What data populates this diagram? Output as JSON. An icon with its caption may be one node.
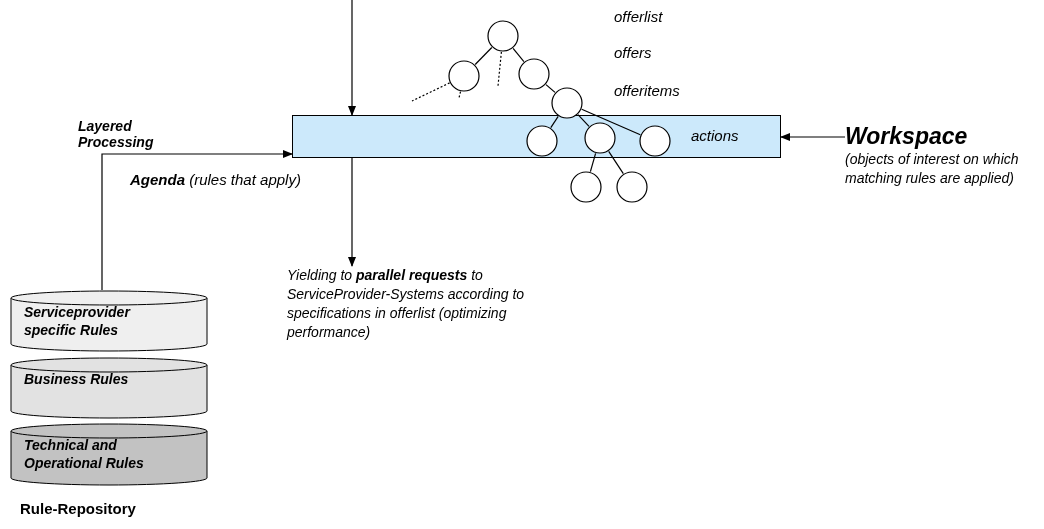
{
  "diagram": {
    "nodes": [
      {
        "text": [],
        "shape": "circle"
      },
      {
        "text": [],
        "shape": "circle"
      },
      {
        "text": [],
        "shape": "circle"
      },
      {
        "text": [],
        "shape": "circle"
      },
      {
        "text": [
          "actions"
        ]
      },
      {
        "text": [],
        "shape": "circle",
        "in": 4
      },
      {
        "text": [],
        "shape": "circle",
        "in": 4
      },
      {
        "text": [],
        "shape": "circle",
        "in": 4
      },
      {
        "text": [],
        "shape": "circle"
      },
      {
        "text": [],
        "shape": "circle"
      },
      {
        "text": [
          "Workspace",
          "(objects of interest on which matching rules are applied)"
        ]
      },
      {
        "text": [
          "Serviceprovider specific Rules"
        ]
      },
      {
        "text": [
          "Business Rules"
        ]
      },
      {
        "text": [
          "Technical and Operational Rules"
        ]
      },
      {
        "text": [
          "Yielding to **parallel requests** to ServiceProvider-Systems according to specifications in offerlist (optimizing performance)"
        ]
      }
    ],
    "edges": [
      {
        "from": null,
        "to": 4,
        "arrow": "to"
      },
      {
        "from": 10,
        "to": 4,
        "arrow": "to"
      },
      {
        "from": 11,
        "to": 4,
        "arrow": "to"
      },
      {
        "from": 4,
        "to": 14,
        "arrow": "to"
      },
      {
        "from": 0,
        "to": 1,
        "arrow": "none"
      },
      {
        "from": 0,
        "to": 2,
        "arrow": "none"
      },
      {
        "from": 2,
        "to": 3,
        "arrow": "none"
      },
      {
        "from": 3,
        "to": 5,
        "arrow": "none"
      },
      {
        "from": 3,
        "to": 6,
        "arrow": "none"
      },
      {
        "from": 3,
        "to": 7,
        "arrow": "none"
      },
      {
        "from": 6,
        "to": 8,
        "arrow": "none"
      },
      {
        "from": 6,
        "to": 9,
        "arrow": "none"
      },
      {
        "from": 0,
        "to": null,
        "arrow": "none",
        "style": "dashed"
      },
      {
        "from": 1,
        "to": null,
        "arrow": "none",
        "style": "dashed"
      },
      {
        "from": 1,
        "to": null,
        "arrow": "none",
        "style": "dashed"
      }
    ],
    "labels": [
      "offerlist",
      "offers",
      "offeritems",
      "Layered Processing",
      "**Agenda** (rules that apply)",
      "Rule-Repository"
    ]
  }
}
